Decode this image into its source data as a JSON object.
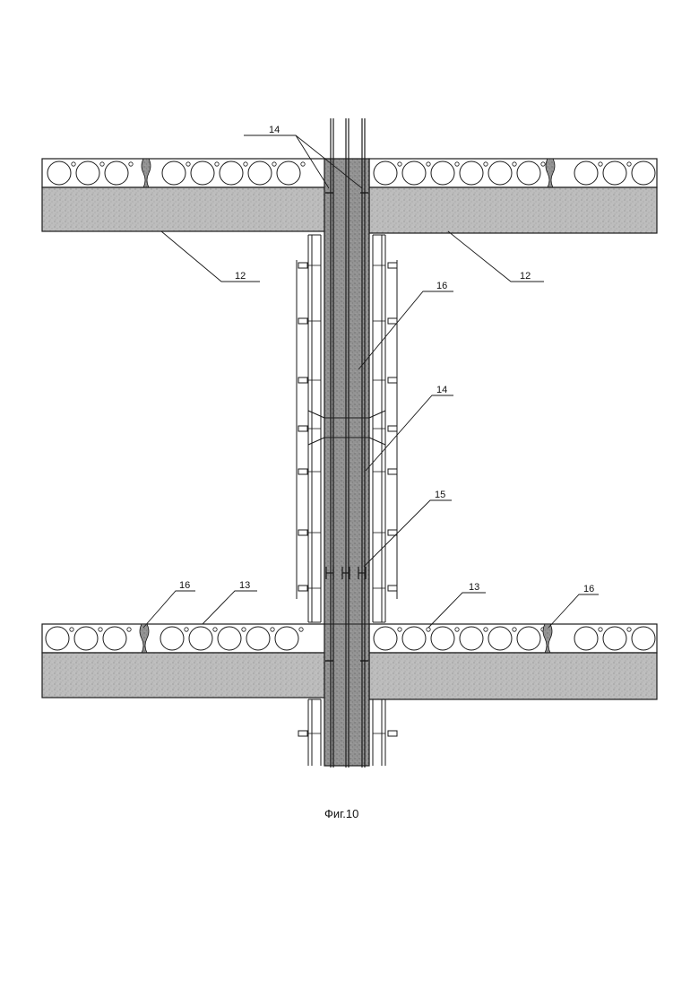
{
  "figure": {
    "caption": "Фиг.10",
    "colors": {
      "concrete_fill": "#b9b9b9",
      "column_fill": "#8e8e8e",
      "line": "#1a1a1a"
    },
    "callouts": [
      {
        "id": "c14a",
        "label": "14"
      },
      {
        "id": "c12a",
        "label": "12"
      },
      {
        "id": "c12b",
        "label": "12"
      },
      {
        "id": "c16a",
        "label": "16"
      },
      {
        "id": "c14b",
        "label": "14"
      },
      {
        "id": "c15",
        "label": "15"
      },
      {
        "id": "c16b",
        "label": "16"
      },
      {
        "id": "c13a",
        "label": "13"
      },
      {
        "id": "c13b",
        "label": "13"
      },
      {
        "id": "c16c",
        "label": "16"
      }
    ]
  }
}
